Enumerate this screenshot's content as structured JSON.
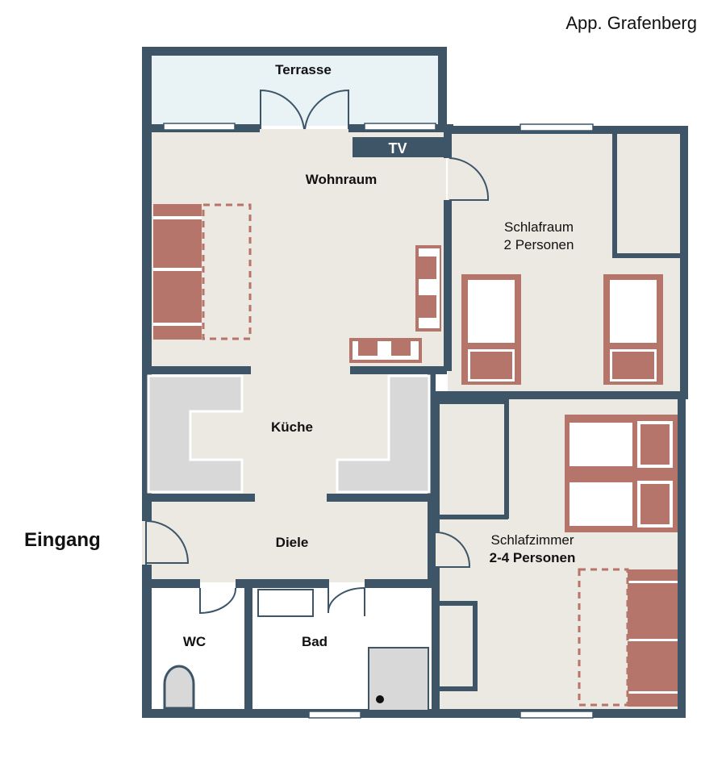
{
  "title": "App. Grafenberg",
  "entrance_label": "Eingang",
  "rooms": {
    "terrace": "Terrasse",
    "living": "Wohnraum",
    "tv": "TV",
    "bedroom1_name": "Schlafraum",
    "bedroom1_capacity": "2 Personen",
    "kitchen": "Küche",
    "hall": "Diele",
    "bedroom2_name": "Schlafzimmer",
    "bedroom2_capacity": "2-4 Personen",
    "wc": "WC",
    "bath": "Bad"
  },
  "colors": {
    "wall": "#3e5568",
    "floor": "#ece8e2",
    "terrace": "#e9f3f6",
    "furniture": "#b5756b",
    "kitchen": "#d8d8d8"
  }
}
